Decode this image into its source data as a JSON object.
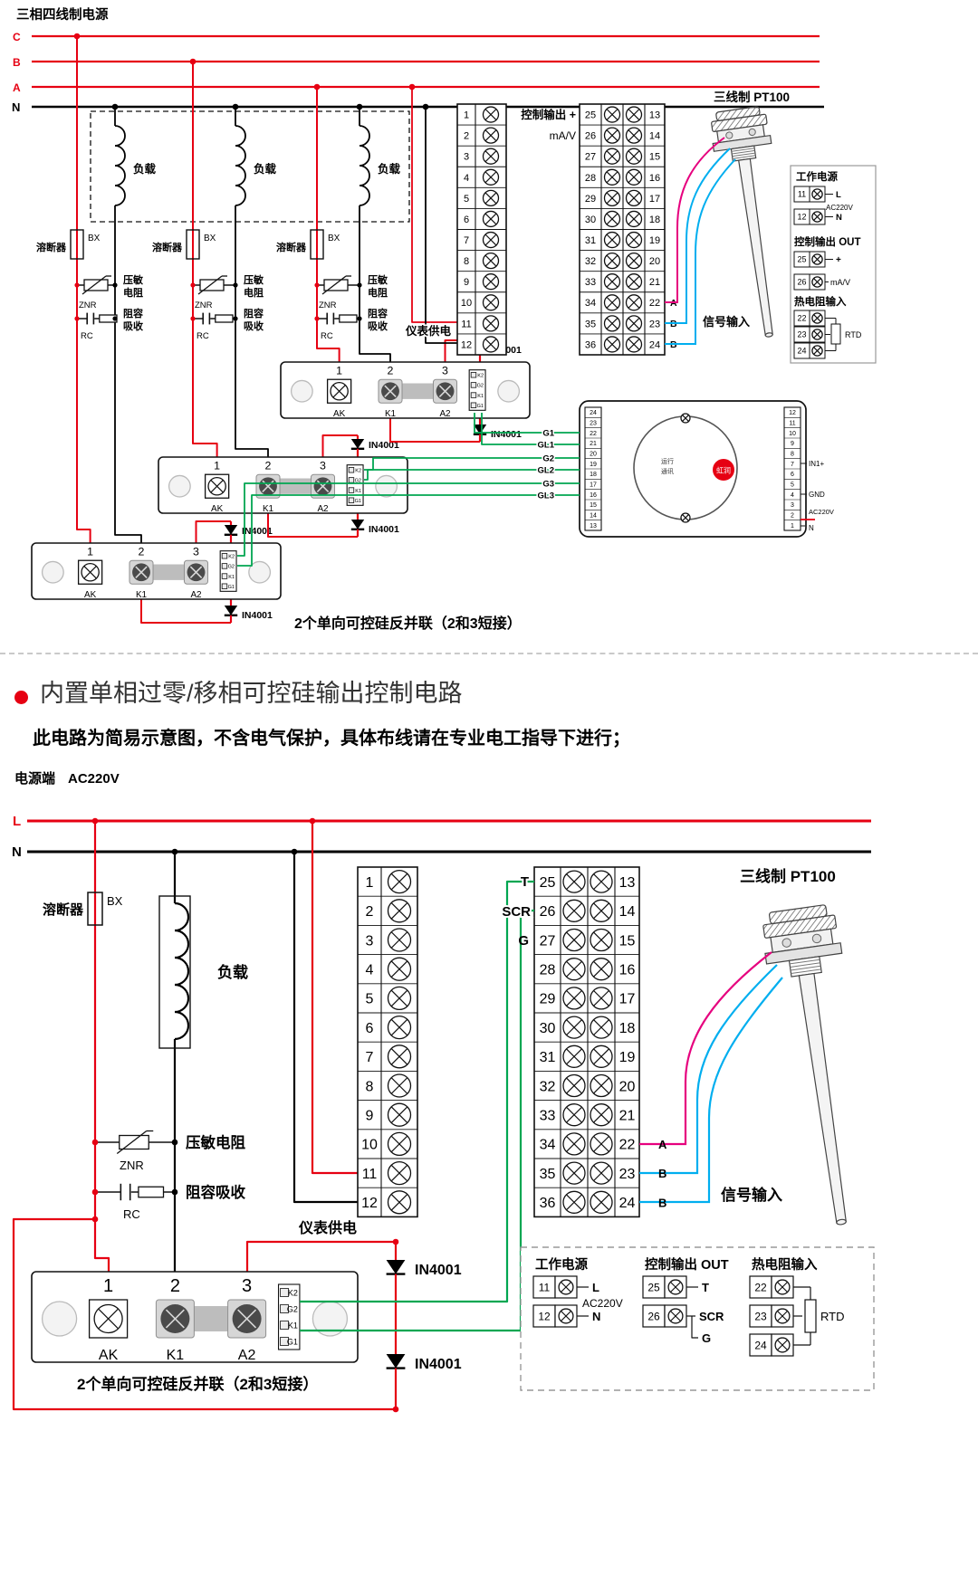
{
  "colors": {
    "red": "#e60012",
    "green": "#00a651",
    "cyan": "#00aeef",
    "magenta": "#e6007e"
  },
  "s1": {
    "title": "三相四线制电源",
    "phase_c": "C",
    "phase_b": "B",
    "phase_a": "A",
    "phase_n": "N",
    "load": "负载",
    "fuse": "溶断器",
    "fuse_code": "BX",
    "znr_line1": "压敏",
    "znr_line2": "电阻",
    "znr_code": "ZNR",
    "rc_line1": "阻容",
    "rc_line2": "吸收",
    "rc_code": "RC",
    "ctrl_out": "控制输出 +",
    "mav": "mA/V",
    "meter_supply": "仪表供电",
    "pt100": "三线制 PT100",
    "signal_input": "信号输入",
    "note": "2个单向可控硅反并联（2和3短接）",
    "diode": "IN4001",
    "gates": [
      "G1",
      "GL1",
      "G2",
      "GL2",
      "G3",
      "GL3"
    ],
    "sensor_wires": [
      "A",
      "B",
      "B"
    ],
    "term_left": [
      "1",
      "2",
      "3",
      "4",
      "5",
      "6",
      "7",
      "8",
      "9",
      "10",
      "11",
      "12"
    ],
    "term_mid": [
      "25",
      "26",
      "27",
      "28",
      "29",
      "30",
      "31",
      "32",
      "33",
      "34",
      "35",
      "36"
    ],
    "term_right": [
      "13",
      "14",
      "15",
      "16",
      "17",
      "18",
      "19",
      "20",
      "21",
      "22",
      "23",
      "24"
    ],
    "module": {
      "n1": "1",
      "n2": "2",
      "n3": "3",
      "ak": "AK",
      "k1": "K1",
      "a2": "A2",
      "pins": [
        "K2",
        "G2",
        "K1",
        "G1"
      ]
    },
    "controller": {
      "left": [
        "24",
        "23",
        "22",
        "21",
        "20",
        "19",
        "18",
        "17",
        "16",
        "15",
        "14",
        "13"
      ],
      "right": [
        "12",
        "11",
        "10",
        "9",
        "8",
        "7",
        "6",
        "5",
        "4",
        "3",
        "2",
        "1"
      ],
      "in1": "IN1+",
      "gnd": "GND",
      "ac": "AC220V",
      "n": "N",
      "run": "运行",
      "comm": "通讯",
      "brand": "虹润"
    },
    "panel": {
      "work": "工作电源",
      "t11": "11",
      "t12": "12",
      "l": "L",
      "n": "N",
      "ac": "AC220V",
      "out": "控制输出 OUT",
      "t25": "25",
      "t26": "26",
      "plus": "+",
      "mav": "mA/V",
      "rtd_in": "热电阻输入",
      "t22": "22",
      "t23": "23",
      "t24": "24",
      "rtd": "RTD"
    }
  },
  "s2": {
    "heading": "内置单相过零/移相可控硅输出控制电路",
    "subheading": "此电路为简易示意图，不含电气保护，具体布线请在专业电工指导下进行；",
    "power_label": "电源端",
    "ac": "AC220V",
    "line_l": "L",
    "line_n": "N",
    "fuse": "溶断器",
    "fuse_code": "BX",
    "load": "负载",
    "znr": "压敏电阻",
    "znr_code": "ZNR",
    "rc": "阻容吸收",
    "rc_code": "RC",
    "t": "T",
    "scr": "SCR",
    "g": "G",
    "meter_supply": "仪表供电",
    "pt100": "三线制 PT100",
    "signal_input": "信号输入",
    "note": "2个单向可控硅反并联（2和3短接）",
    "diode": "IN4001",
    "sensor_wires": [
      "A",
      "B",
      "B"
    ],
    "term_left": [
      "1",
      "2",
      "3",
      "4",
      "5",
      "6",
      "7",
      "8",
      "9",
      "10",
      "11",
      "12"
    ],
    "term_mid": [
      "25",
      "26",
      "27",
      "28",
      "29",
      "30",
      "31",
      "32",
      "33",
      "34",
      "35",
      "36"
    ],
    "term_right": [
      "13",
      "14",
      "15",
      "16",
      "17",
      "18",
      "19",
      "20",
      "21",
      "22",
      "23",
      "24"
    ],
    "module": {
      "n1": "1",
      "n2": "2",
      "n3": "3",
      "ak": "AK",
      "k1": "K1",
      "a2": "A2",
      "pins": [
        "K2",
        "G2",
        "K1",
        "G1"
      ]
    },
    "panel": {
      "work": "工作电源",
      "t11": "11",
      "t12": "12",
      "l": "L",
      "n": "N",
      "ac": "AC220V",
      "out": "控制输出 OUT",
      "t25": "25",
      "t26": "26",
      "t": "T",
      "scr": "SCR",
      "g": "G",
      "rtd_in": "热电阻输入",
      "t22": "22",
      "t23": "23",
      "t24": "24",
      "rtd": "RTD"
    }
  }
}
